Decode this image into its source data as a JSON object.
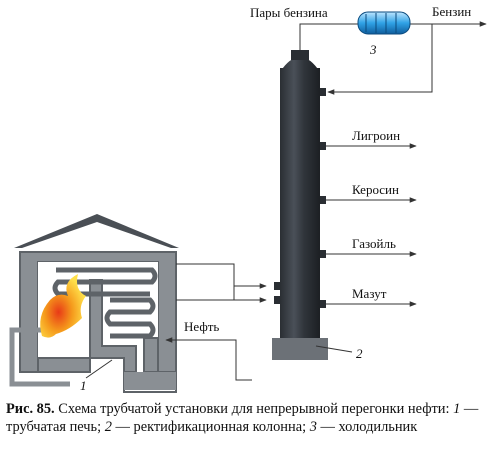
{
  "diagram": {
    "labels": {
      "vapors": "Пары бензина",
      "gasoline": "Бензин",
      "ligroin": "Лигроин",
      "kerosene": "Керосин",
      "gasoil": "Газойль",
      "mazut": "Мазут",
      "oil": "Нефть",
      "num1": "1",
      "num2": "2",
      "num3": "3"
    }
  },
  "caption": {
    "fig": "Рис. 85.",
    "text1": " Схема трубчатой установки для непрерывной перегонки нефти: ",
    "n1": "1",
    "text2": " — трубчатая печь; ",
    "n2": "2",
    "text3": " — ректификационная колонна; ",
    "n3": "3",
    "text4": " — холодильник"
  }
}
